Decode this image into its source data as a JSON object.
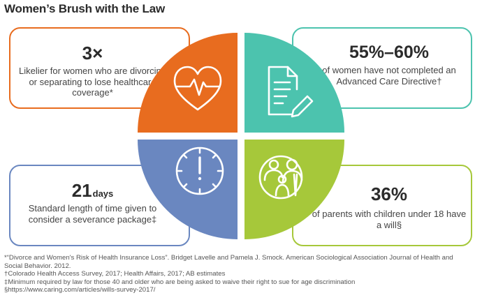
{
  "title": "Women’s Brush with the Law",
  "colors": {
    "orange": "#e86c1f",
    "teal": "#4cc3ae",
    "blue": "#6a87c0",
    "green": "#a6c83a"
  },
  "stats": {
    "top_left": {
      "value": "3×",
      "description": "Likelier for women who are divorcing or separating to lose healthcare coverage*",
      "icon": "heart-pulse-icon"
    },
    "top_right": {
      "value": "55%–60%",
      "description": "of women have not completed an Advanced Care Directive†",
      "icon": "document-pen-icon"
    },
    "bottom_left": {
      "value": "21",
      "unit": "days",
      "description": "Standard length of time given to consider a severance package‡",
      "icon": "stopwatch-icon"
    },
    "bottom_right": {
      "value": "36%",
      "description": "of parents with children under 18 have a will§",
      "icon": "family-icon"
    }
  },
  "footnotes": [
    "*“Divorce and Women's Risk of Health Insurance Loss”. Bridget Lavelle and Pamela J. Smock. American Sociological Association Journal of Health and Social Behavior. 2012.",
    "†Colorado Health Access Survey, 2017; Health Affairs, 2017; AB estimates",
    "‡Minimum required by law for those 40 and older who are being asked to waive their right to sue for age discrimination",
    "§https://www.caring.com/articles/wills-survey-2017/"
  ]
}
